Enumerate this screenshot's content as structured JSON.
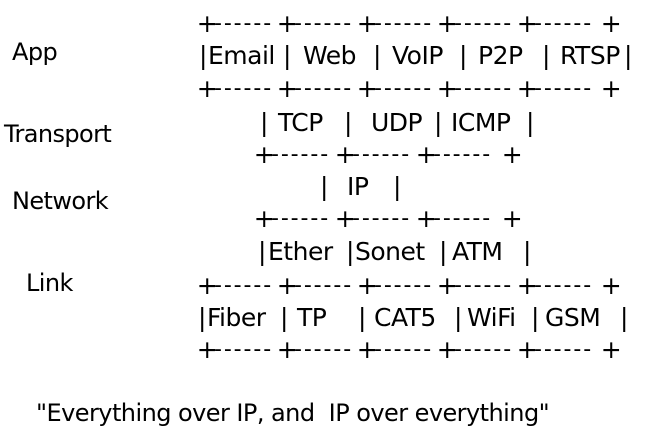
{
  "diagram": {
    "title": "Internet protocol hourglass",
    "layers": [
      {
        "id": "app",
        "label": "App"
      },
      {
        "id": "transport",
        "label": "Transport"
      },
      {
        "id": "network",
        "label": "Network"
      },
      {
        "id": "link",
        "label": "Link"
      }
    ],
    "rows": [
      {
        "id": "border-1",
        "kind": "border",
        "segments": 5
      },
      {
        "id": "app-row",
        "kind": "cells",
        "layer": "app",
        "cells": [
          "Email",
          "Web",
          "VoIP",
          "P2P",
          "RTSP"
        ],
        "closed": true
      },
      {
        "id": "border-2",
        "kind": "border",
        "segments": 5
      },
      {
        "id": "transport-row",
        "kind": "cells",
        "layer": "transport",
        "cells": [
          "TCP",
          "UDP",
          "ICMP"
        ],
        "closed": true
      },
      {
        "id": "border-3",
        "kind": "border",
        "segments": 3
      },
      {
        "id": "network-row",
        "kind": "cells",
        "layer": "network",
        "cells": [
          "IP"
        ],
        "closed": true
      },
      {
        "id": "border-4",
        "kind": "border",
        "segments": 3
      },
      {
        "id": "link-upper-row",
        "kind": "cells",
        "layer": "link",
        "cells": [
          "Ether",
          "Sonet",
          "ATM"
        ],
        "closed": true
      },
      {
        "id": "border-5",
        "kind": "border",
        "segments": 5
      },
      {
        "id": "link-lower-row",
        "kind": "cells",
        "layer": "link",
        "cells": [
          "Fiber",
          "TP",
          "CAT5",
          "WiFi",
          "GSM"
        ],
        "closed": true
      },
      {
        "id": "border-6",
        "kind": "border",
        "segments": 5
      }
    ],
    "glyphs": {
      "corner": "+",
      "dash": "------",
      "pipe": "|"
    },
    "slogan": "\"Everything over IP, and  IP over everything\""
  }
}
